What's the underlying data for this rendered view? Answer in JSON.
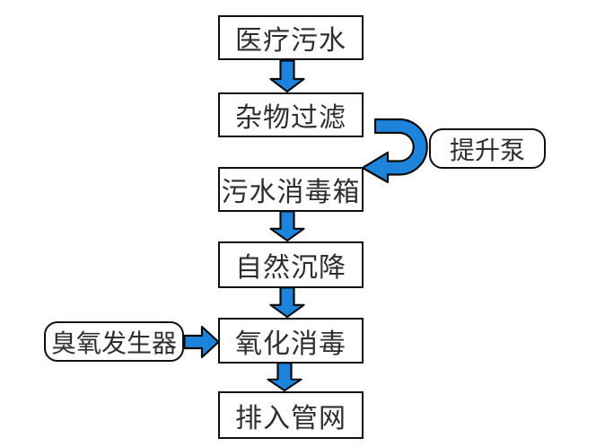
{
  "colors": {
    "arrow_fill": "#1E84DB",
    "arrow_outline": "#0b0b0c",
    "box_fill": "#ffffff",
    "box_border": "#101010",
    "text": "#2e2e2e"
  },
  "flow": {
    "steps": [
      "医疗污水",
      "杂物过滤",
      "污水消毒箱",
      "自然沉降",
      "氧化消毒",
      "排入管网"
    ],
    "side_inputs": {
      "lift_pump": "提升泵",
      "ozone_generator": "臭氧发生器"
    },
    "connections": [
      {
        "from": "医疗污水",
        "to": "杂物过滤",
        "type": "down-arrow"
      },
      {
        "from": "杂物过滤",
        "to": "污水消毒箱",
        "type": "u-turn-arrow",
        "via": "提升泵"
      },
      {
        "from": "污水消毒箱",
        "to": "自然沉降",
        "type": "down-arrow"
      },
      {
        "from": "自然沉降",
        "to": "氧化消毒",
        "type": "down-arrow"
      },
      {
        "from": "臭氧发生器",
        "to": "氧化消毒",
        "type": "right-arrow"
      },
      {
        "from": "氧化消毒",
        "to": "排入管网",
        "type": "down-arrow"
      }
    ]
  }
}
